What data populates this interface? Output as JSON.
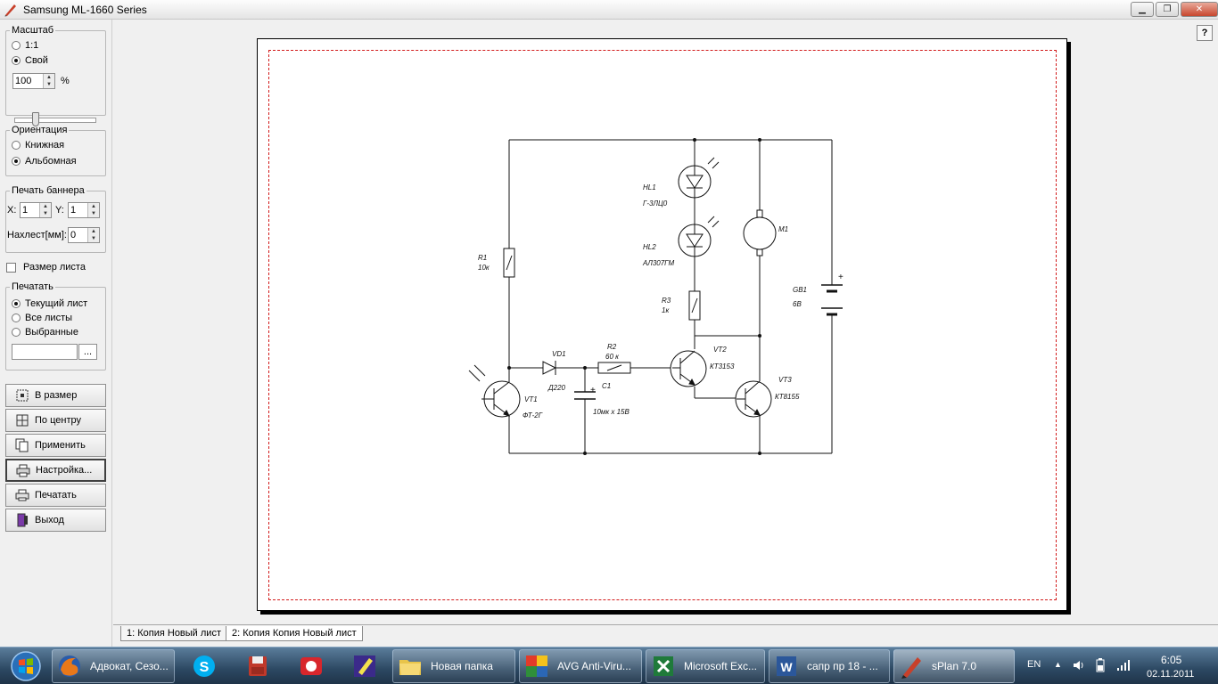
{
  "window": {
    "title": "Samsung ML-1660 Series",
    "controls": {
      "minimize": "▁",
      "maximize": "❐",
      "close": "✕"
    },
    "help_label": "?"
  },
  "scale": {
    "legend": "Масштаб",
    "options": [
      "1:1",
      "Свой"
    ],
    "selected": "Свой",
    "value": "100",
    "unit": "%"
  },
  "orientation": {
    "legend": "Ориентация",
    "options": [
      "Книжная",
      "Альбомная"
    ],
    "selected": "Альбомная"
  },
  "banner": {
    "legend": "Печать баннера",
    "x_label": "X:",
    "x_value": "1",
    "y_label": "Y:",
    "y_value": "1",
    "overlap_label": "Нахлест[мм]:",
    "overlap_value": "0"
  },
  "sheet_size": {
    "label": "Размер листа",
    "checked": false
  },
  "print_range": {
    "legend": "Печатать",
    "options": [
      "Текущий лист",
      "Все листы",
      "Выбранные"
    ],
    "selected": "Текущий лист",
    "selected_value": "",
    "browse_label": "..."
  },
  "buttons": {
    "fit": "В размер",
    "center": "По центру",
    "apply": "Применить",
    "setup": "Настройка...",
    "print": "Печатать",
    "exit": "Выход"
  },
  "schematic": {
    "labels": {
      "hl1": "HL1",
      "hl1_type": "Г-3ЛЦ0",
      "hl2": "HL2",
      "hl2_type": "АЛ307ГМ",
      "r3": "R3",
      "r3_val": "1к",
      "m1": "M1",
      "gb1": "GB1",
      "gb1_val": "6В",
      "r1": "R1",
      "r1_val": "10к",
      "vd1": "VD1",
      "vd1_type": "Д220",
      "r2": "R2",
      "r2_val": "60 к",
      "c1": "C1",
      "c1_val": "10мк х 15В",
      "vt1": "VT1",
      "vt1_type": "ФТ-2Г",
      "vt2": "VT2",
      "vt2_type": "КТ3153",
      "vt3": "VT3",
      "vt3_type": "КТ8155",
      "plus": "+"
    }
  },
  "tabs": [
    {
      "label": "1: Копия Новый лист",
      "active": false
    },
    {
      "label": "2: Копия Копия Новый лист",
      "active": true
    }
  ],
  "taskbar": {
    "items": [
      {
        "label": "Адвокат, Сезо...",
        "icon": "firefox-icon"
      },
      {
        "label": "",
        "icon": "skype-icon"
      },
      {
        "label": "",
        "icon": "save-disk-icon"
      },
      {
        "label": "",
        "icon": "record-icon"
      },
      {
        "label": "",
        "icon": "pencil-app-icon"
      },
      {
        "label": "Новая папка",
        "icon": "folder-icon"
      },
      {
        "label": "AVG Anti-Viru...",
        "icon": "avg-icon"
      },
      {
        "label": "Microsoft Exc...",
        "icon": "excel-icon"
      },
      {
        "label": "сапр пр 18 - ...",
        "icon": "word-icon"
      },
      {
        "label": "sPlan 7.0",
        "icon": "splan-icon"
      }
    ],
    "language": "EN",
    "time": "6:05",
    "date": "02.11.2011"
  }
}
